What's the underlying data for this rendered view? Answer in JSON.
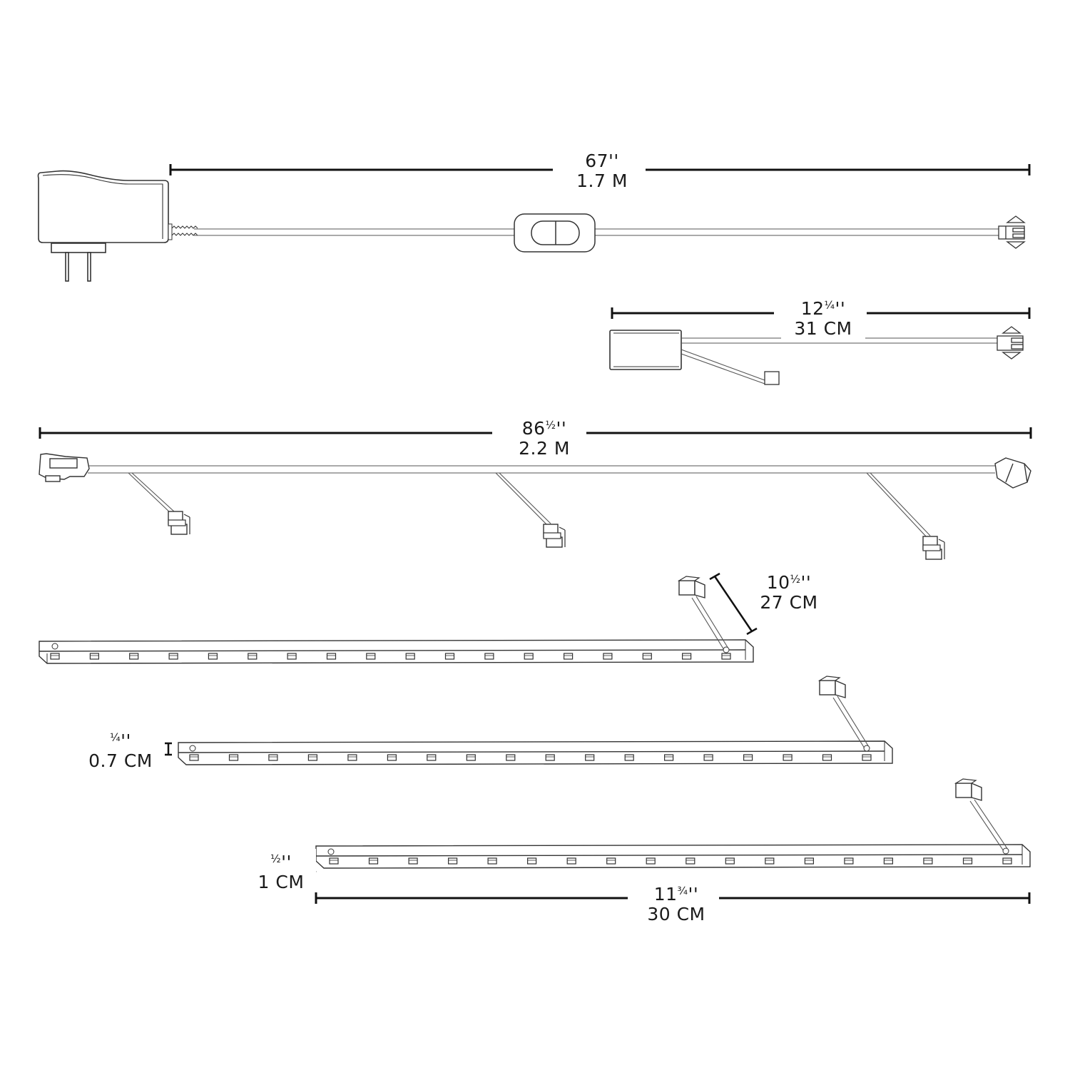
{
  "diagram": {
    "title": "LED under-cabinet light kit components with dimensions",
    "colors": {
      "line": "#2a2a2a",
      "fill": "#ffffff",
      "dimension": "#111111"
    },
    "components": [
      {
        "id": "power-adapter-cable",
        "name": "Power adapter with in-line switch",
        "parts": [
          "wall plug adapter",
          "in-line rocker switch",
          "2-pin connector"
        ],
        "dimension": {
          "imperial": "67''",
          "metric": "1.7 M"
        }
      },
      {
        "id": "sensor-module-cable",
        "name": "Control module with lead",
        "parts": [
          "control box",
          "2-pin connector",
          "side lead"
        ],
        "dimension": {
          "imperial": "12¼''",
          "metric": "31 CM"
        }
      },
      {
        "id": "daisy-chain-cable",
        "name": "Multi-outlet linking cable",
        "parts": [
          "input connector",
          "3 branch connectors",
          "output connector"
        ],
        "branch_count": 3,
        "dimension": {
          "imperial": "86½''",
          "metric": "2.2 M"
        }
      },
      {
        "id": "light-bar-1",
        "name": "LED light bar",
        "led_count": 18,
        "lead_dimension": {
          "imperial": "10½''",
          "metric": "27 CM"
        }
      },
      {
        "id": "light-bar-2",
        "name": "LED light bar",
        "led_count": 18,
        "height_dimension": {
          "imperial": "¼''",
          "metric": "0.7 CM"
        }
      },
      {
        "id": "light-bar-3",
        "name": "LED light bar",
        "led_count": 18,
        "depth_dimension": {
          "imperial": "½''",
          "metric": "1 CM"
        },
        "length_dimension": {
          "imperial": "11¾''",
          "metric": "30 CM"
        }
      }
    ]
  },
  "labels": {
    "adapter": {
      "imp_main": "67",
      "imp_frac": "",
      "imp_unit": "''",
      "met": "1.7 M"
    },
    "module": {
      "imp_main": "12",
      "imp_frac": "¼",
      "imp_unit": "''",
      "met": "31 CM"
    },
    "chain": {
      "imp_main": "86",
      "imp_frac": "½",
      "imp_unit": "''",
      "met": "2.2 M"
    },
    "lead": {
      "imp_main": "10",
      "imp_frac": "½",
      "imp_unit": "''",
      "met": "27 CM"
    },
    "height": {
      "imp_main": "",
      "imp_frac": "¼",
      "imp_unit": "''",
      "met": "0.7 CM"
    },
    "depth": {
      "imp_main": "",
      "imp_frac": "½",
      "imp_unit": "''",
      "met": "1 CM"
    },
    "length": {
      "imp_main": "11",
      "imp_frac": "¾",
      "imp_unit": "''",
      "met": "30 CM"
    }
  }
}
